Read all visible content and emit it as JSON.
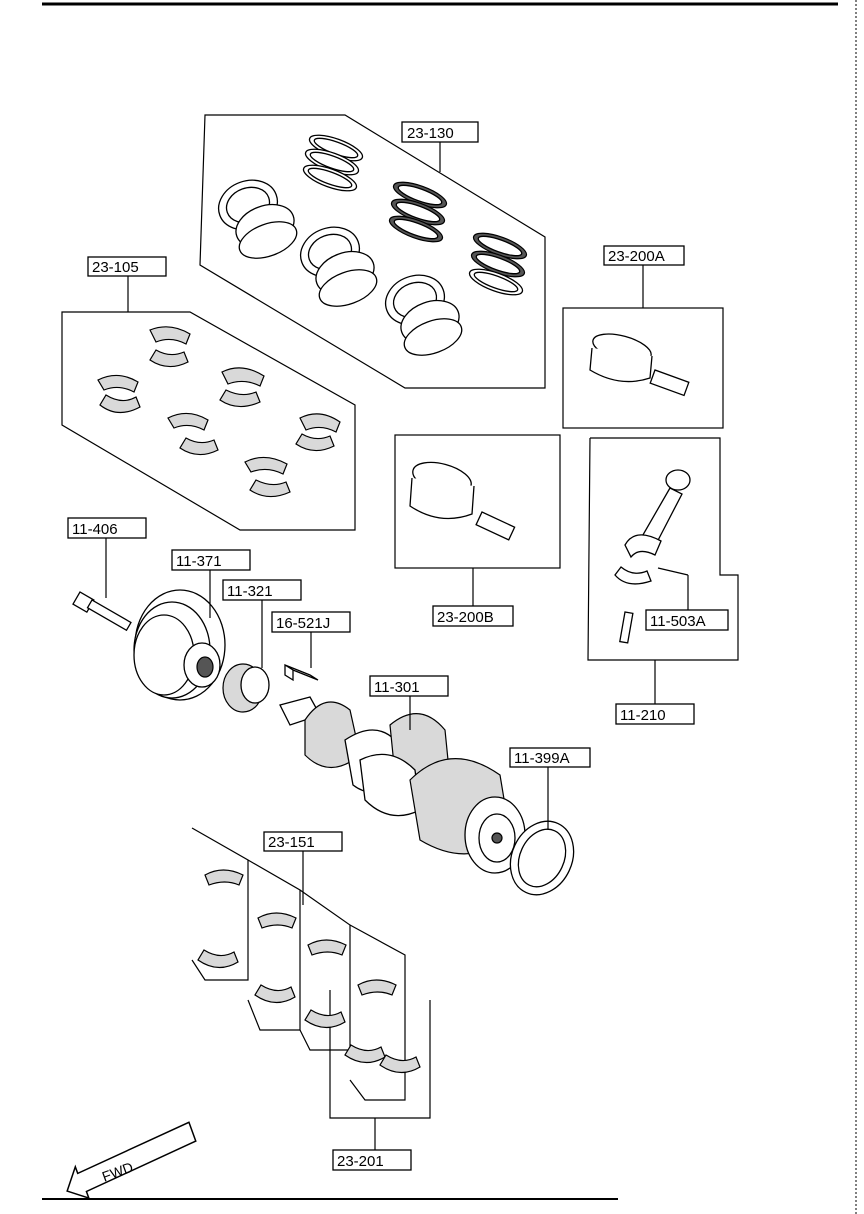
{
  "labels": [
    {
      "id": "23-130",
      "text": "23-130"
    },
    {
      "id": "23-105",
      "text": "23-105"
    },
    {
      "id": "23-200A",
      "text": "23-200A"
    },
    {
      "id": "23-200B",
      "text": "23-200B"
    },
    {
      "id": "11-406",
      "text": "11-406"
    },
    {
      "id": "11-371",
      "text": "11-371"
    },
    {
      "id": "11-321",
      "text": "11-321"
    },
    {
      "id": "16-521J",
      "text": "16-521J"
    },
    {
      "id": "11-301",
      "text": "11-301"
    },
    {
      "id": "11-503A",
      "text": "11-503A"
    },
    {
      "id": "11-210",
      "text": "11-210"
    },
    {
      "id": "11-399A",
      "text": "11-399A"
    },
    {
      "id": "23-151",
      "text": "23-151"
    },
    {
      "id": "23-201",
      "text": "23-201"
    }
  ],
  "fwd_arrow": {
    "text": "FWD"
  },
  "icons": {
    "piston_rings": "piston-ring-set-icon",
    "bearings": "connecting-rod-bearing-set-icon",
    "piston": "piston-and-pin-icon",
    "con_rod": "connecting-rod-icon",
    "crank": "crankshaft-icon",
    "pulley": "crankshaft-pulley-icon",
    "seal": "oil-seal-icon",
    "main_bearings": "main-bearing-set-icon"
  }
}
